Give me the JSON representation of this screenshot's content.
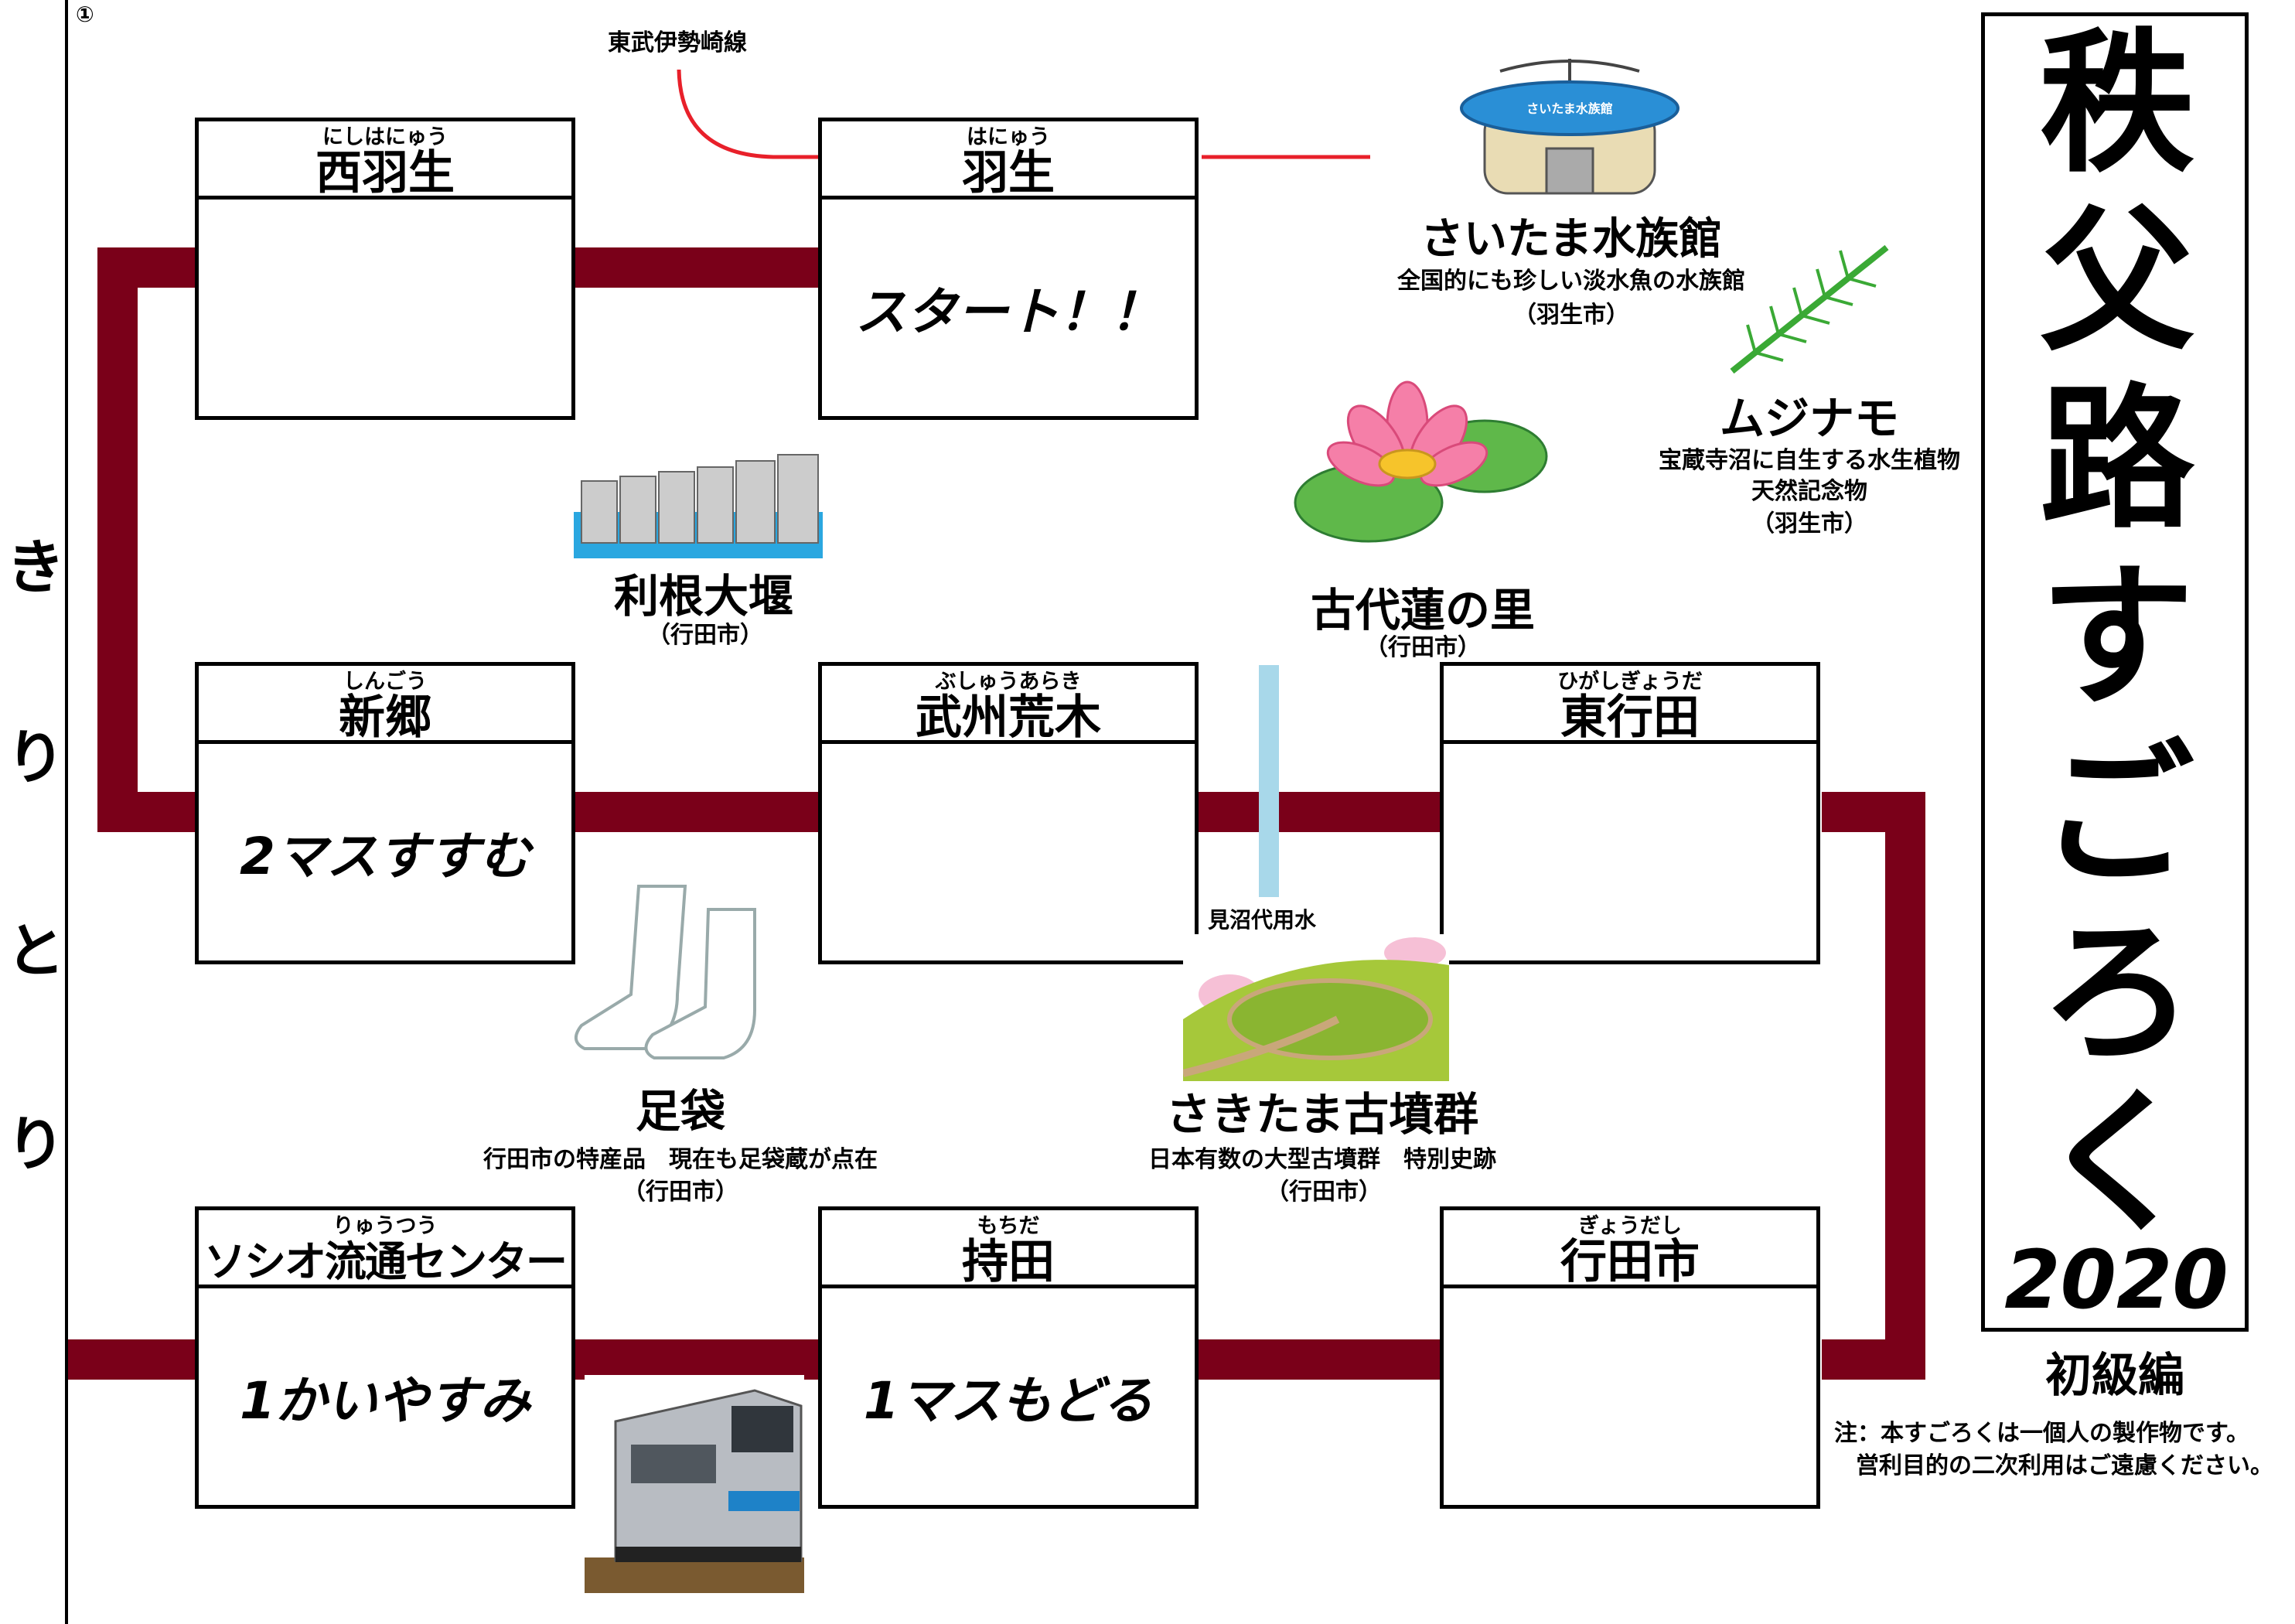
{
  "corner_mark": "①",
  "cut_guide": [
    "き",
    "り",
    "と",
    "り"
  ],
  "title": {
    "chars": [
      "秩",
      "父",
      "路",
      "す",
      "ご",
      "ろ",
      "く"
    ],
    "year": "2020",
    "edition": "初級編"
  },
  "note": {
    "line1": "注：本すごろくは一個人の製作物です。",
    "line2": "営利目的の二次利用はご遠慮ください。"
  },
  "colors": {
    "track": "#7a0019",
    "tobu_line": "#e8202a",
    "canal": "#a8d8ea"
  },
  "tobu_line_label": "東武伊勢崎線",
  "canal_label": "見沼代用水",
  "stations": [
    {
      "id": "nishihanyu",
      "ruby": "にしはにゅう",
      "name": "西羽生",
      "action": ""
    },
    {
      "id": "hanyu",
      "ruby": "はにゅう",
      "name": "羽生",
      "action": "スタート！！"
    },
    {
      "id": "shingo",
      "ruby": "しんごう",
      "name": "新郷",
      "action": "2マスすすむ"
    },
    {
      "id": "bushuarakii",
      "ruby": "ぶしゅうあらき",
      "name": "武州荒木",
      "action": ""
    },
    {
      "id": "higashigyoda",
      "ruby": "ひがしぎょうだ",
      "name": "東行田",
      "action": ""
    },
    {
      "id": "soshio",
      "ruby": "りゅうつう",
      "name": "ソシオ流通センター",
      "action": "1かいやすみ"
    },
    {
      "id": "mochida",
      "ruby": "もちだ",
      "name": "持田",
      "action": "1マスもどる"
    },
    {
      "id": "gyodashi",
      "ruby": "ぎょうだし",
      "name": "行田市",
      "action": ""
    }
  ],
  "landmarks": {
    "aquarium": {
      "name": "さいたま水族館",
      "desc": "全国的にも珍しい淡水魚の水族館",
      "city": "（羽生市）",
      "sign": "さいたま水族館"
    },
    "mujinamo": {
      "name": "ムジナモ",
      "desc1": "宝蔵寺沼に自生する水生植物",
      "desc2": "天然記念物",
      "city": "（羽生市）"
    },
    "tone_weir": {
      "name": "利根大堰",
      "city": "（行田市）"
    },
    "lotus": {
      "name": "古代蓮の里",
      "city": "（行田市）"
    },
    "tabi": {
      "name": "足袋",
      "desc": "行田市の特産品　現在も足袋蔵が点在",
      "city": "（行田市）"
    },
    "kofun": {
      "name": "さきたま古墳群",
      "desc": "日本有数の大型古墳群　特別史跡",
      "city": "（行田市）"
    }
  }
}
